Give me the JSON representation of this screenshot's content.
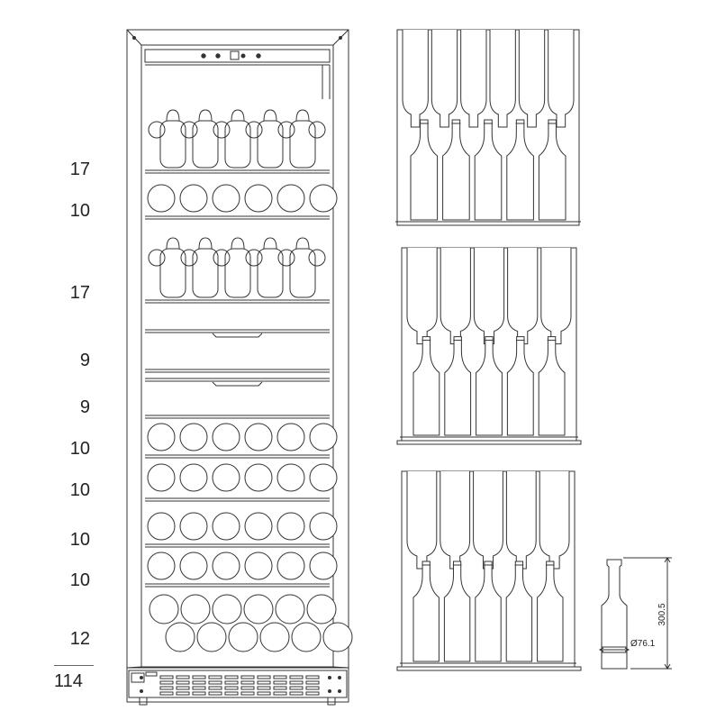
{
  "shelf_counts": [
    "17",
    "10",
    "17",
    "9",
    "9",
    "10",
    "10",
    "10",
    "10",
    "12"
  ],
  "total": "114",
  "bottle_height": "300.5",
  "bottle_diameter": "Ø76.1",
  "stroke_color": "#333333"
}
